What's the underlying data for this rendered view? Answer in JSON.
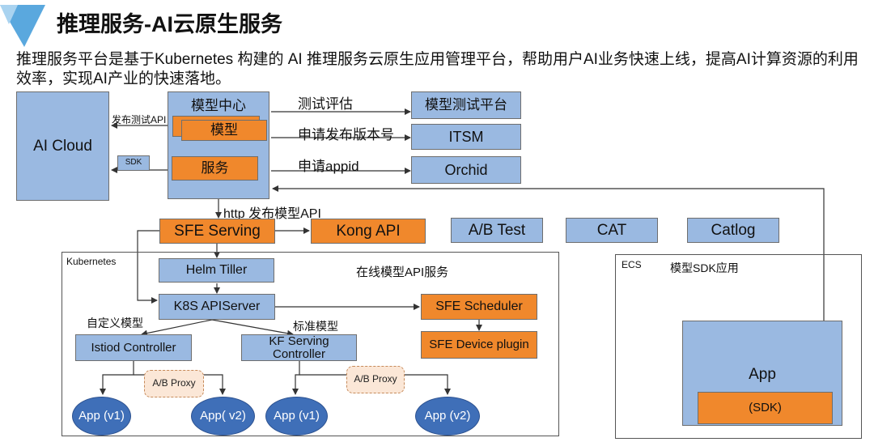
{
  "title": "推理服务-AI云原生服务",
  "description": "推理服务平台是基于Kubernetes 构建的 AI 推理服务云原生应用管理平台，帮助用户AI业务快速上线，提高AI计算资源的利用效率，实现AI产业的快速落地。",
  "colors": {
    "blue_box": "#9ab9e1",
    "orange_box": "#f0882c",
    "app_ellipse": "#3f6fb8",
    "logo": "#5aa8de"
  },
  "diagram": {
    "ai_cloud": "AI Cloud",
    "model_center": "模型中心",
    "model": "模型",
    "service": "服务",
    "sdk_tag": "SDK",
    "publish_test_api": "发布测试API",
    "test_eval": "测试评估",
    "apply_version": "申请发布版本号",
    "apply_appid": "申请appid",
    "model_test_platform": "模型测试平台",
    "itsm": "ITSM",
    "orchid": "Orchid",
    "http_publish": "http 发布模型API",
    "sfe_serving": "SFE Serving",
    "kong_api": "Kong API",
    "ab_test": "A/B Test",
    "cat": "CAT",
    "catlog": "Catlog",
    "kubernetes": "Kubernetes",
    "helm_tiller": "Helm Tiller",
    "online_api_service": "在线模型API服务",
    "k8s_apiserver": "K8S APIServer",
    "sfe_scheduler": "SFE Scheduler",
    "sfe_device_plugin": "SFE Device plugin",
    "custom_model": "自定义模型",
    "standard_model": "标准模型",
    "istiod_controller": "Istiod Controller",
    "kf_serving_controller": "KF Serving Controller",
    "ab_proxy": "A/B Proxy",
    "app_v1": "App (v1)",
    "app_v2_left": "App( v2)",
    "app_v2": "App (v2)",
    "ecs": "ECS",
    "model_sdk_app": "模型SDK应用",
    "app": "App",
    "sdk": "(SDK)"
  }
}
